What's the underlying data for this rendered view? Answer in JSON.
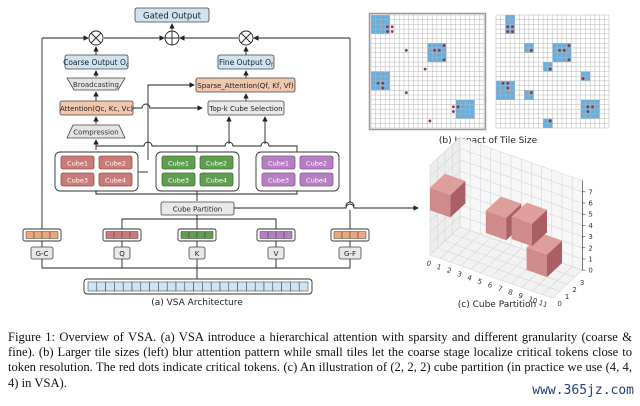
{
  "architecture": {
    "gated_output": "Gated Output",
    "coarse_output": "Coarse Output O",
    "coarse_output_sub": "c",
    "fine_output": "Fine Output O",
    "fine_output_sub": "f",
    "broadcasting": "Broadcasting",
    "attention": "Attention(Q",
    "attention_full": "Attention(Qc, Kc, Vc)",
    "sparse_attention_full": "Sparse_Attention(Qf, Kf, Vf)",
    "topk": "Top-k Cube Selection",
    "compression": "Compression",
    "cube_partition": "Cube Partition",
    "cube_groups": [
      {
        "name": "q",
        "color": "#c97b78",
        "border": "#9b4d4b",
        "cubes": [
          "Cube1",
          "Cube2",
          "Cube3",
          "Cube4"
        ]
      },
      {
        "name": "k",
        "color": "#5e9e4e",
        "border": "#3d7230",
        "cubes": [
          "Cube1",
          "Cube2",
          "Cube3",
          "Cube4"
        ]
      },
      {
        "name": "v",
        "color": "#b57fc2",
        "border": "#87529a",
        "cubes": [
          "Cube1",
          "Cube2",
          "Cube3",
          "Cube4"
        ]
      }
    ],
    "projections": [
      {
        "label": "G-C",
        "color": "#e9a77d"
      },
      {
        "label": "Q",
        "color": "#c97b78"
      },
      {
        "label": "K",
        "color": "#5e9e4e"
      },
      {
        "label": "V",
        "color": "#b57fc2"
      },
      {
        "label": "G-F",
        "color": "#e9a77d"
      }
    ],
    "token_count": 25,
    "token_color": "#cfe3f1",
    "subtitle": "(a) VSA Architecture"
  },
  "tile_size": {
    "subtitle": "(b) Impact of Tile Size",
    "grid_cells": 24,
    "highlight_color": "#6aaedc",
    "dot_color": "#8b3a48",
    "left": {
      "blocks": [
        [
          0,
          0,
          4
        ],
        [
          12,
          6,
          4
        ],
        [
          0,
          12,
          4
        ],
        [
          18,
          18,
          4
        ]
      ],
      "dots": [
        [
          3,
          2
        ],
        [
          4,
          2
        ],
        [
          3,
          3
        ],
        [
          4,
          3
        ],
        [
          15,
          6
        ],
        [
          13,
          7
        ],
        [
          14,
          7
        ],
        [
          15,
          9
        ],
        [
          1,
          14
        ],
        [
          2,
          14
        ],
        [
          2,
          15
        ],
        [
          17,
          19
        ],
        [
          18,
          19
        ],
        [
          17,
          20
        ],
        [
          7,
          7
        ],
        [
          11,
          11
        ],
        [
          7,
          16
        ],
        [
          12,
          22
        ]
      ]
    },
    "right": {
      "blocks": [
        [
          2,
          0,
          2
        ],
        [
          2,
          2,
          2
        ],
        [
          6,
          6,
          2
        ],
        [
          12,
          6,
          4
        ],
        [
          10,
          10,
          2
        ],
        [
          18,
          12,
          2
        ],
        [
          0,
          14,
          4
        ],
        [
          6,
          16,
          2
        ],
        [
          18,
          18,
          4
        ],
        [
          18,
          20,
          2
        ],
        [
          10,
          22,
          2
        ]
      ],
      "dots": [
        [
          2,
          2
        ],
        [
          3,
          2
        ],
        [
          2,
          3
        ],
        [
          3,
          3
        ],
        [
          7,
          7
        ],
        [
          15,
          6
        ],
        [
          13,
          7
        ],
        [
          14,
          7
        ],
        [
          15,
          9
        ],
        [
          11,
          11
        ],
        [
          18,
          13
        ],
        [
          1,
          14
        ],
        [
          2,
          14
        ],
        [
          2,
          15
        ],
        [
          7,
          16
        ],
        [
          19,
          19
        ],
        [
          20,
          19
        ],
        [
          19,
          20
        ],
        [
          11,
          22
        ]
      ]
    }
  },
  "cube_plot": {
    "subtitle": "(c) Cube Partition",
    "cube_color": "#c98585",
    "x_ticks": [
      "0",
      "1",
      "2",
      "3",
      "4",
      "5",
      "6",
      "7",
      "8",
      "9",
      "10",
      "11"
    ],
    "y_ticks": [
      "0",
      "1",
      "2",
      "3"
    ],
    "z_ticks": [
      "0",
      "1",
      "2",
      "3",
      "4",
      "5",
      "6",
      "7"
    ],
    "cubes": [
      [
        0,
        0,
        4
      ],
      [
        8,
        0,
        4
      ],
      [
        4,
        2,
        2
      ],
      [
        8,
        2,
        0
      ]
    ]
  },
  "caption": "Figure 1: Overview of VSA. (a) VSA introduce a hierarchical attention with sparsity and different granularity (coarse & fine). (b) Larger tile sizes (left) blur attention pattern while small tiles let the coarse stage localize critical tokens close to token resolution. The red dots indicate critical tokens. (c) An illustration of (2, 2, 2) cube partition (in practice we use (4, 4, 4) in VSA).",
  "watermark": "www.365jz.com"
}
